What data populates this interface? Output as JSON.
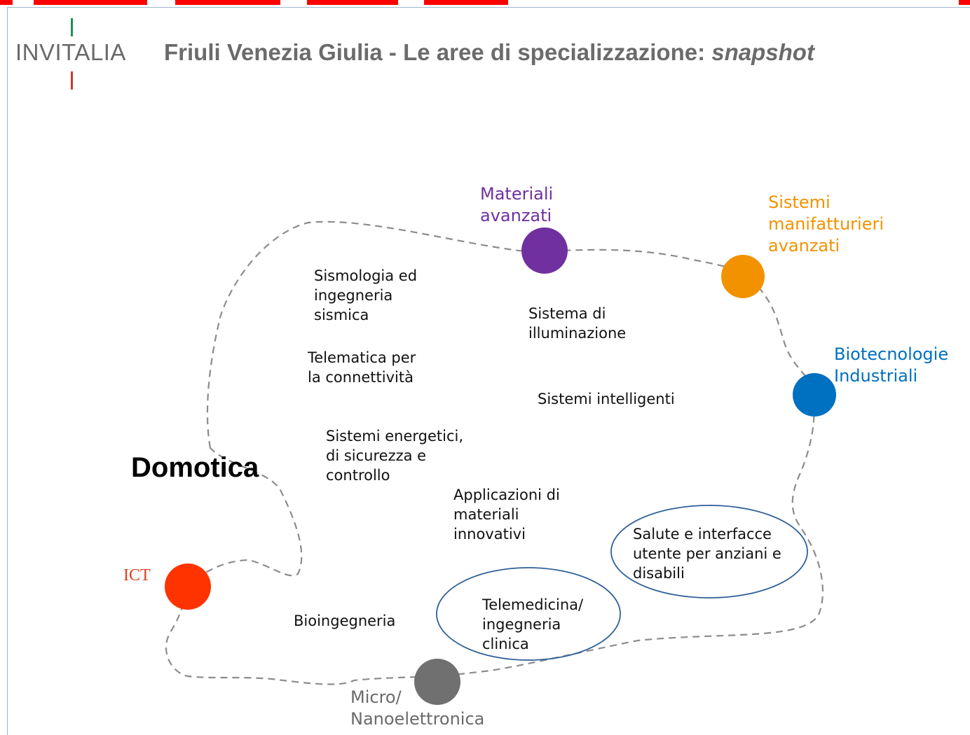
{
  "header": {
    "logo_text": "INVITALIA",
    "title_main": "Friuli Venezia Giulia - Le aree di specializzazione: ",
    "title_italic": "snapshot"
  },
  "diagram": {
    "center_label": "Domotica",
    "nodes": [
      {
        "key": "materiali",
        "label": "Materiali\navanzati",
        "color": "#7030a0"
      },
      {
        "key": "sistemi",
        "label": "Sistemi\nmanifatturieri\navanzati",
        "color": "#f39200"
      },
      {
        "key": "biotec",
        "label": "Biotecnologie\nIndustriali",
        "color": "#0070c0"
      },
      {
        "key": "ict",
        "label": "ICT",
        "color": "#ff3300"
      },
      {
        "key": "micro",
        "label": "Micro/\nNanoelettronica",
        "color": "#707070"
      }
    ],
    "topics": [
      {
        "key": "sismologia",
        "label": "Sismologia ed\ningegneria\nsismica"
      },
      {
        "key": "illuminazione",
        "label": "Sistema di\nilluminazione"
      },
      {
        "key": "telematica",
        "label": "Telematica per\nla connettività"
      },
      {
        "key": "intelligenti",
        "label": "Sistemi intelligenti"
      },
      {
        "key": "energetici",
        "label": "Sistemi energetici,\ndi sicurezza e\ncontrollo"
      },
      {
        "key": "applicazioni",
        "label": "Applicazioni di\nmateriali\ninnovativi"
      },
      {
        "key": "salute",
        "label": "Salute e interfacce\nutente per anziani e\ndisabili"
      },
      {
        "key": "telemedicina",
        "label": "Telemedicina/\ningegneria\nclinica"
      },
      {
        "key": "bioingegneria",
        "label": "Bioingegneria"
      }
    ]
  }
}
